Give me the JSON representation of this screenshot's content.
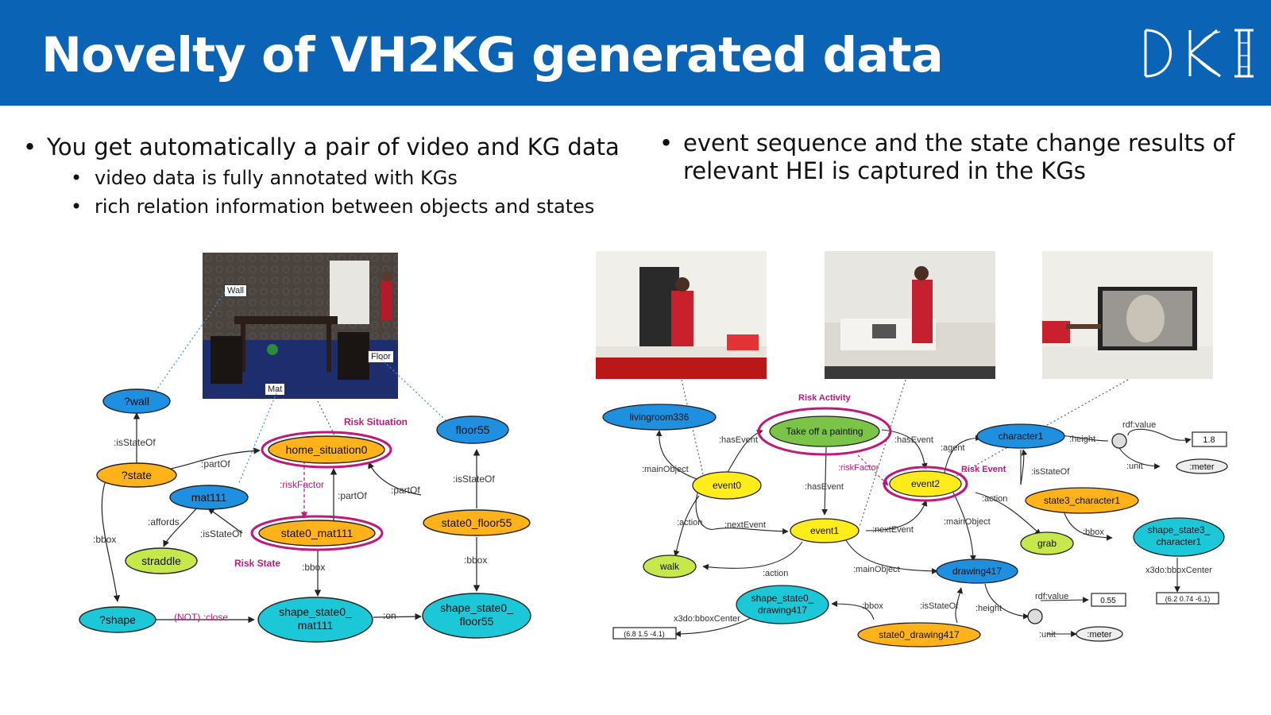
{
  "header": {
    "title": "Novelty of VH2KG generated data",
    "logo_text": "DKI"
  },
  "bullets_left": {
    "main": "You get automatically a pair of video and KG data",
    "sub": [
      "video data is fully annotated with KGs",
      "rich relation information between objects and states"
    ]
  },
  "bullets_right": {
    "line1": "event sequence and the state change results of",
    "line2": "relevant HEI is captured in the KGs"
  },
  "photo_labels": {
    "wall": "Wall",
    "floor": "Floor",
    "mat": "Mat"
  },
  "left_graph": {
    "nodes": {
      "wall": "?wall",
      "state": "?state",
      "mat111": "mat111",
      "straddle": "straddle",
      "shape": "?shape",
      "home_situation0": "home_situation0",
      "state0_mat111": "state0_mat111",
      "floor55": "floor55",
      "state0_floor55": "state0_floor55",
      "shape_state0_mat111_l1": "shape_state0_",
      "shape_state0_mat111_l2": "mat111",
      "shape_state0_floor55_l1": "shape_state0_",
      "shape_state0_floor55_l2": "floor55"
    },
    "edges": {
      "isStateOf1": ":isStateOf",
      "partOf1": ":partOf",
      "affords": ":affords",
      "bbox1": ":bbox",
      "isStateOf2": ":isStateOf",
      "riskFactor": ":riskFactor",
      "partOf2": ":partOf",
      "partOf3": ":partOf",
      "isStateOf3": ":isStateOf",
      "bbox2": ":bbox",
      "bbox3": ":bbox",
      "notclose": "(NOT) :close",
      "on": ":on"
    },
    "annotations": {
      "risk_situation": "Risk Situation",
      "risk_state": "Risk State"
    }
  },
  "right_graph": {
    "nodes": {
      "livingroom336": "livingroom336",
      "take_off": "Take off a painting",
      "character1": "character1",
      "event0": "event0",
      "event2": "event2",
      "event1": "event1",
      "state3_character1": "state3_character1",
      "grab": "grab",
      "walk": "walk",
      "drawing417": "drawing417",
      "shape_state3_l1": "shape_state3_",
      "shape_state3_l2": "character1",
      "shape_state0_drawing_l1": "shape_state0_",
      "shape_state0_drawing_l2": "drawing417",
      "state0_drawing417": "state0_drawing417",
      "meter1": ":meter",
      "meter2": ":meter"
    },
    "values": {
      "v18": "1.8",
      "v055": "0.55",
      "bbox_char": "(6.2 0.74 -6.1)",
      "bbox_draw": "(6.8 1.5 -4.1)"
    },
    "edges": {
      "hasEvent1": ":hasEvent",
      "hasEvent2": ":hasEvent",
      "hasEvent3": ":hasEvent",
      "mainObject1": ":mainObject",
      "mainObject2": ":mainObject",
      "mainObject3": ":mainObject",
      "riskFactor": ":riskFactor",
      "agent": ":agent",
      "height1": ":height",
      "height2": ":height",
      "rdfvalue1": "rdf:value",
      "rdfvalue2": "rdf:value",
      "unit1": ":unit",
      "unit2": ":unit",
      "isStateOf1": ":isStateOf",
      "isStateOf2": ":isStateOf",
      "action1": ":action",
      "action2": ":action",
      "action3": ":action",
      "nextEvent1": ":nextEvent",
      "nextEvent2": ":nextEvent",
      "bbox1": ":bbox",
      "bbox2": ":bbox",
      "center1": "x3do:bboxCenter",
      "center2": "x3do:bboxCenter"
    },
    "annotations": {
      "risk_activity": "Risk Activity",
      "risk_event": "Risk Event"
    }
  },
  "colors": {
    "header": "#0a63b5",
    "blue_node": "#1f8fe0",
    "yellow_node": "#ffec1a",
    "orange_node": "#ffb21a",
    "green_node": "#c6e84a",
    "teal_node": "#1cc8d8",
    "risk": "#c2177a"
  }
}
